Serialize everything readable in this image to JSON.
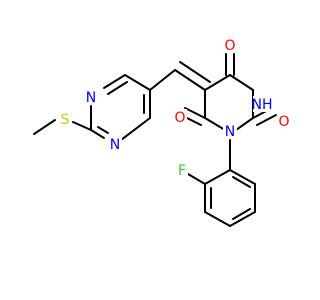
{
  "molecule": {
    "atoms": [
      {
        "id": "o1",
        "symbol": "O",
        "color": "#ff0000"
      },
      {
        "id": "nh",
        "symbol": "NH",
        "color": "#0000ff"
      },
      {
        "id": "o2",
        "symbol": "O",
        "color": "#ff0000"
      },
      {
        "id": "n1",
        "symbol": "N",
        "color": "#0000ff"
      },
      {
        "id": "o3",
        "symbol": "O",
        "color": "#ff0000"
      },
      {
        "id": "f",
        "symbol": "F",
        "color": "#33cc33"
      },
      {
        "id": "py_n1",
        "symbol": "N",
        "color": "#0000ff"
      },
      {
        "id": "py_n2",
        "symbol": "N",
        "color": "#0000ff"
      },
      {
        "id": "s",
        "symbol": "S",
        "color": "#cccc00"
      }
    ]
  }
}
